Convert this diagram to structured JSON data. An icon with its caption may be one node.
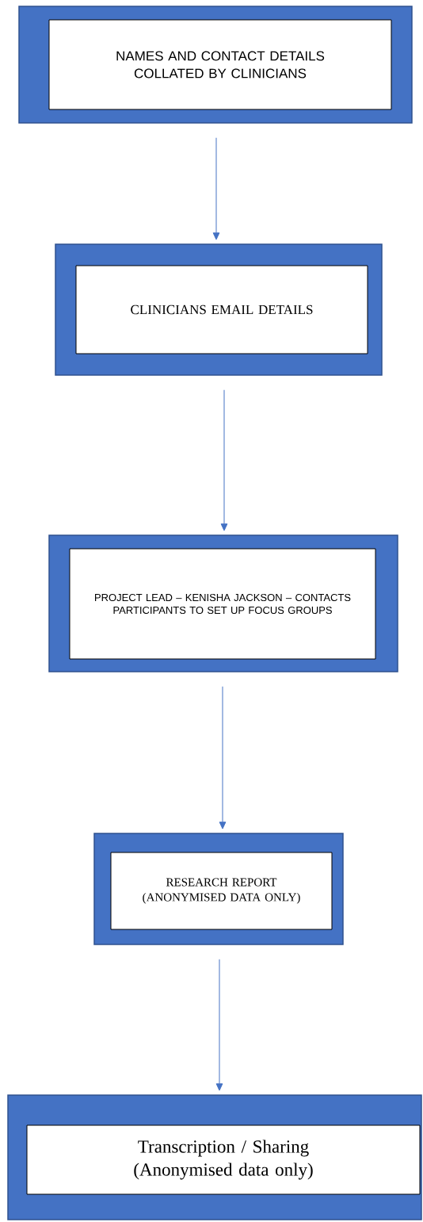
{
  "diagram": {
    "nodes": [
      {
        "text": [
          "NAMES AND CONTACT DETAILS COLLATED BY CLINICIANS"
        ]
      },
      {
        "text": [
          "CLINICIANS EMAIL DETAILS"
        ]
      },
      {
        "text": [
          "PROJECT LEAD – KENISHA JACKSON – CONTACTS PARTICIPANTS TO SET UP FOCUS GROUPS"
        ]
      },
      {
        "text": [
          "RESEARCH REPORT (ANONYMISED DATA ONLY)"
        ]
      },
      {
        "text": [
          "Transcription / Sharing (Anonymised data only)"
        ]
      }
    ],
    "edges": [
      {
        "from": 0,
        "to": 1,
        "arrow": "to"
      },
      {
        "from": 1,
        "to": 2,
        "arrow": "to"
      },
      {
        "from": 2,
        "to": 3,
        "arrow": "to"
      },
      {
        "from": 3,
        "to": 4,
        "arrow": "to"
      }
    ]
  }
}
